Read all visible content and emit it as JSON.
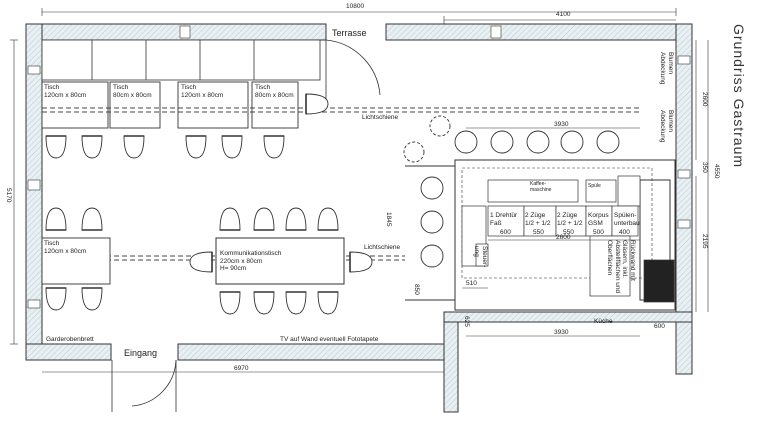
{
  "title": "Grundriss Gastraum",
  "labels": {
    "terrasse": "Terrasse",
    "eingang": "Eingang",
    "kueche": "Küche",
    "lichtschiene_top": "Lichtschiene",
    "lichtschiene_mid": "Lichtschiene",
    "garderobe": "Garderobenbrett",
    "tv": "TV auf Wand eventuell Fototapete",
    "kommunikationstisch": "Kommunikationstisch\n220cm x 80cm\nH= 90cm",
    "tisch_a": "Tisch\n120cm x 80cm",
    "tisch_b": "Tisch\n80cm x 80cm",
    "tisch_c": "Tisch\n120cm x 80cm",
    "tisch_d": "Tisch\n80cm x 80cm",
    "tisch_left": "Tisch\n120cm x 80cm",
    "blumen_1": "Blumen\nAbdeckung",
    "blumen_2": "Blumen\nAbdeckung",
    "module_1": "1 Drehtür\nFaß",
    "module_2": "2 Züge\n1/2 + 1/2",
    "module_3": "2 Züge\n1/2 + 1/2",
    "module_4": "Korpus\nGSM",
    "module_5": "Spülen-\nunterbau",
    "rueckwand": "Rückwand mit\nGläsern, inkl.\nAbstellflächen und\nOberflächen",
    "steuerung": "Steuer-\nung",
    "spuele_label": "Spüle",
    "gastro_label": "Kaffee-\nmaschine"
  },
  "dims": {
    "d10800": "10800",
    "d4100": "4100",
    "d6970": "6970",
    "d5170": "5170",
    "d4550": "4550",
    "d2600": "2600",
    "d350": "350",
    "d2195": "2195",
    "d3930_top": "3930",
    "d3930_bot": "3930",
    "d2600_bar": "2600",
    "d1845": "1845",
    "d850": "850",
    "d510": "510",
    "d625": "625",
    "d600": "600",
    "m600": "600",
    "m550a": "550",
    "m550b": "550",
    "m500": "500",
    "m400": "400"
  }
}
